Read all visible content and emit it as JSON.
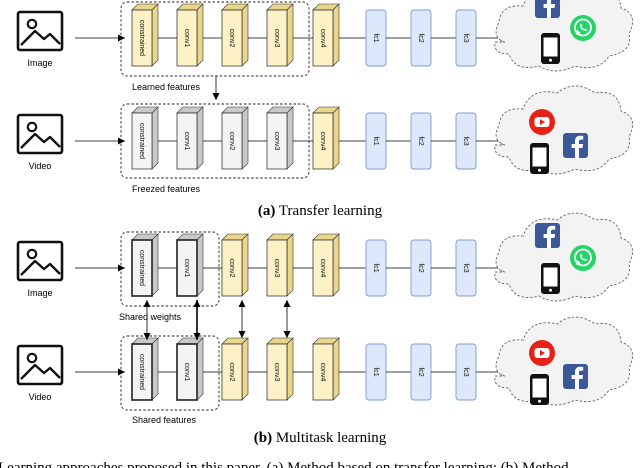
{
  "inputs": {
    "image": "Image",
    "video": "Video"
  },
  "layers": {
    "constrained": "constrained",
    "conv1": "conv1",
    "conv2": "conv2",
    "conv3": "conv3",
    "conv4": "conv4",
    "fc1": "fc1",
    "fc2": "fc2",
    "fc3": "fc3"
  },
  "transfer": {
    "learned_features": "Learned features",
    "freezed_features": "Freezed features",
    "caption_tag": "(a)",
    "caption_text": " Transfer learning"
  },
  "multitask": {
    "shared_weights": "Shared weights",
    "shared_features": "Shared features",
    "caption_tag": "(b)",
    "caption_text": " Multitask learning"
  },
  "footer_text": "Learning approaches proposed in this paper. (a) Method based on transfer learning; (b) Method",
  "colors": {
    "yellow_front": "#fdf1c6",
    "yellow_side": "#e9d58c",
    "gray_front": "#f4f4f4",
    "gray_side": "#c9c9c9",
    "fc_fill": "#dde8fb",
    "fc_stroke": "#7f9bd3",
    "facebook": "#3b5998",
    "whatsapp": "#25d366",
    "youtube": "#e62117"
  },
  "icons": [
    "image-icon",
    "video-icon",
    "cloud-icon",
    "facebook-icon",
    "whatsapp-icon",
    "youtube-icon",
    "phone-icon"
  ]
}
